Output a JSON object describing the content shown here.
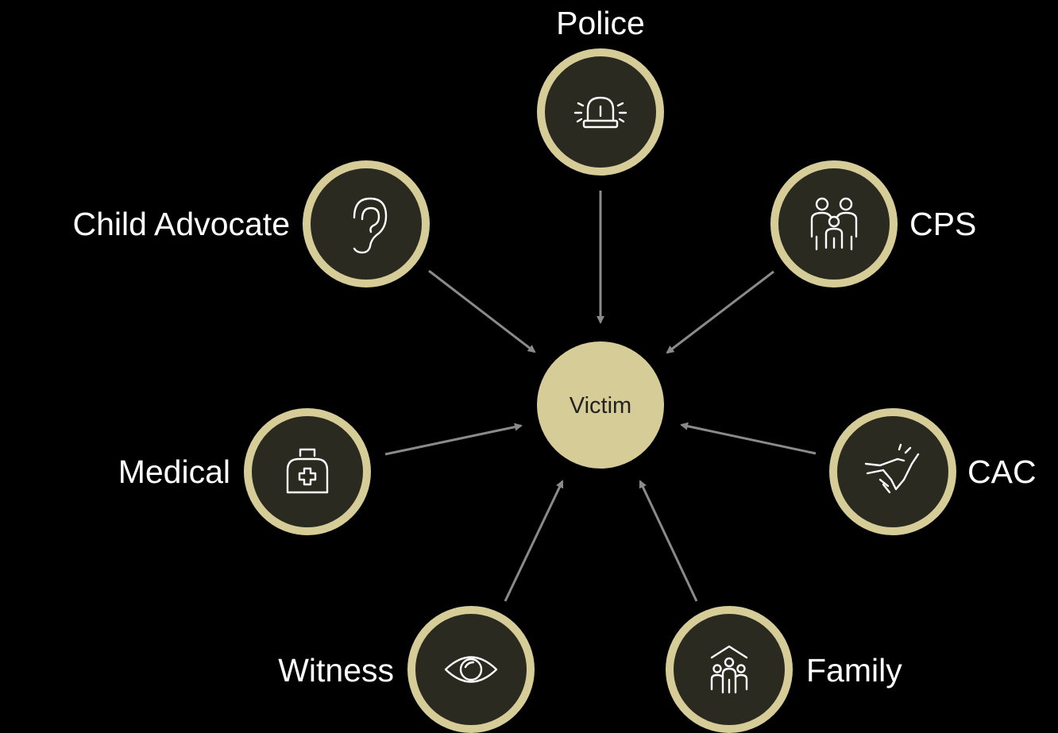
{
  "diagram": {
    "center": {
      "label": "Victim",
      "fill": "#d6cc97"
    },
    "ring_color": "#d6cc97",
    "node_fill": "#2a2a20",
    "arrow_color": "#8a8a8a",
    "nodes": {
      "police": {
        "label": "Police",
        "icon": "siren-icon"
      },
      "child_advocate": {
        "label": "Child Advocate",
        "icon": "ear-icon"
      },
      "cps": {
        "label": "CPS",
        "icon": "family-icon"
      },
      "medical": {
        "label": "Medical",
        "icon": "medical-kit-icon"
      },
      "cac": {
        "label": "CAC",
        "icon": "handshake-icon"
      },
      "witness": {
        "label": "Witness",
        "icon": "eye-icon"
      },
      "family": {
        "label": "Family",
        "icon": "household-icon"
      }
    }
  }
}
